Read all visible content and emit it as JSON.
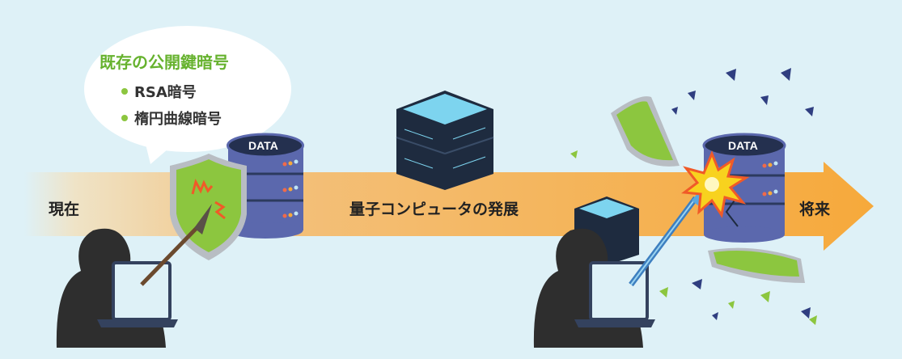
{
  "timeline": {
    "start_label": "現在",
    "middle_label": "量子コンピュータの発展",
    "end_label": "将来"
  },
  "speech_bubble": {
    "title": "既存の公開鍵暗号",
    "items": [
      "RSA暗号",
      "楕円曲線暗号"
    ]
  },
  "database_left": {
    "label": "DATA"
  },
  "database_right": {
    "label": "DATA"
  },
  "colors": {
    "background": "#def1f7",
    "arrow": "#f6a93b",
    "shield": "#8cc63f",
    "database": "#5b68ad",
    "title_green": "#66b22e"
  }
}
